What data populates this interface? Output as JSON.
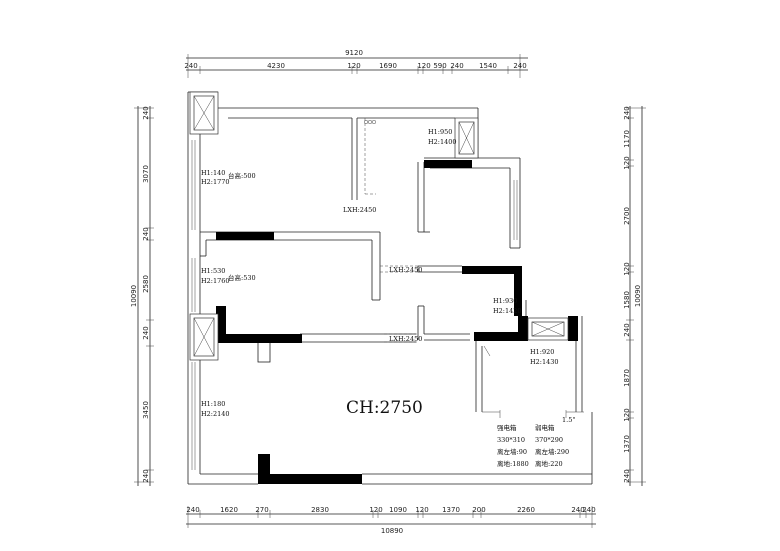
{
  "dimensions": {
    "top_total": "9120",
    "top": [
      "240",
      "4230",
      "120",
      "1690",
      "120",
      "590",
      "240",
      "1540",
      "240"
    ],
    "bottom_total": "10890",
    "bottom": [
      "240",
      "1620",
      "270",
      "2830",
      "120",
      "1090",
      "120",
      "1370",
      "200",
      "2260",
      "240",
      "240"
    ],
    "left_total": "10090",
    "left": [
      "240",
      "3070",
      "240",
      "2580",
      "240",
      "3450",
      "240"
    ],
    "right_total": "10090",
    "right": [
      "240",
      "1170",
      "120",
      "2700",
      "120",
      "1580",
      "240",
      "1870",
      "120",
      "1370",
      "240"
    ]
  },
  "labels": {
    "ceiling_height": "CH:2750",
    "win1_h1": "H1:140",
    "win1_h2": "H2:1770",
    "sill1": "台高:500",
    "win2_h1": "H1:530",
    "win2_h2": "H2:1760",
    "sill2": "台高:530",
    "win3_h1": "H1:180",
    "win3_h2": "H2:2140",
    "win4_h1": "H1:950",
    "win4_h2": "H2:1400",
    "win5_h1": "H1:930",
    "win5_h2": "H2:1420",
    "win6_h1": "H1:920",
    "win6_h2": "H2:1430",
    "beam1": "LXH:2450",
    "beam2": "LXH:2450",
    "beam3": "LXH:2450",
    "panel_strong": "强电箱",
    "panel_weak": "弱电箱",
    "strong_size": "330*310",
    "weak_size": "370*290",
    "strong_left": "离左墙:90",
    "weak_left": "离左墙:290",
    "strong_floor": "离地:1880",
    "weak_floor": "离地:220",
    "small_note": "1.5\""
  }
}
